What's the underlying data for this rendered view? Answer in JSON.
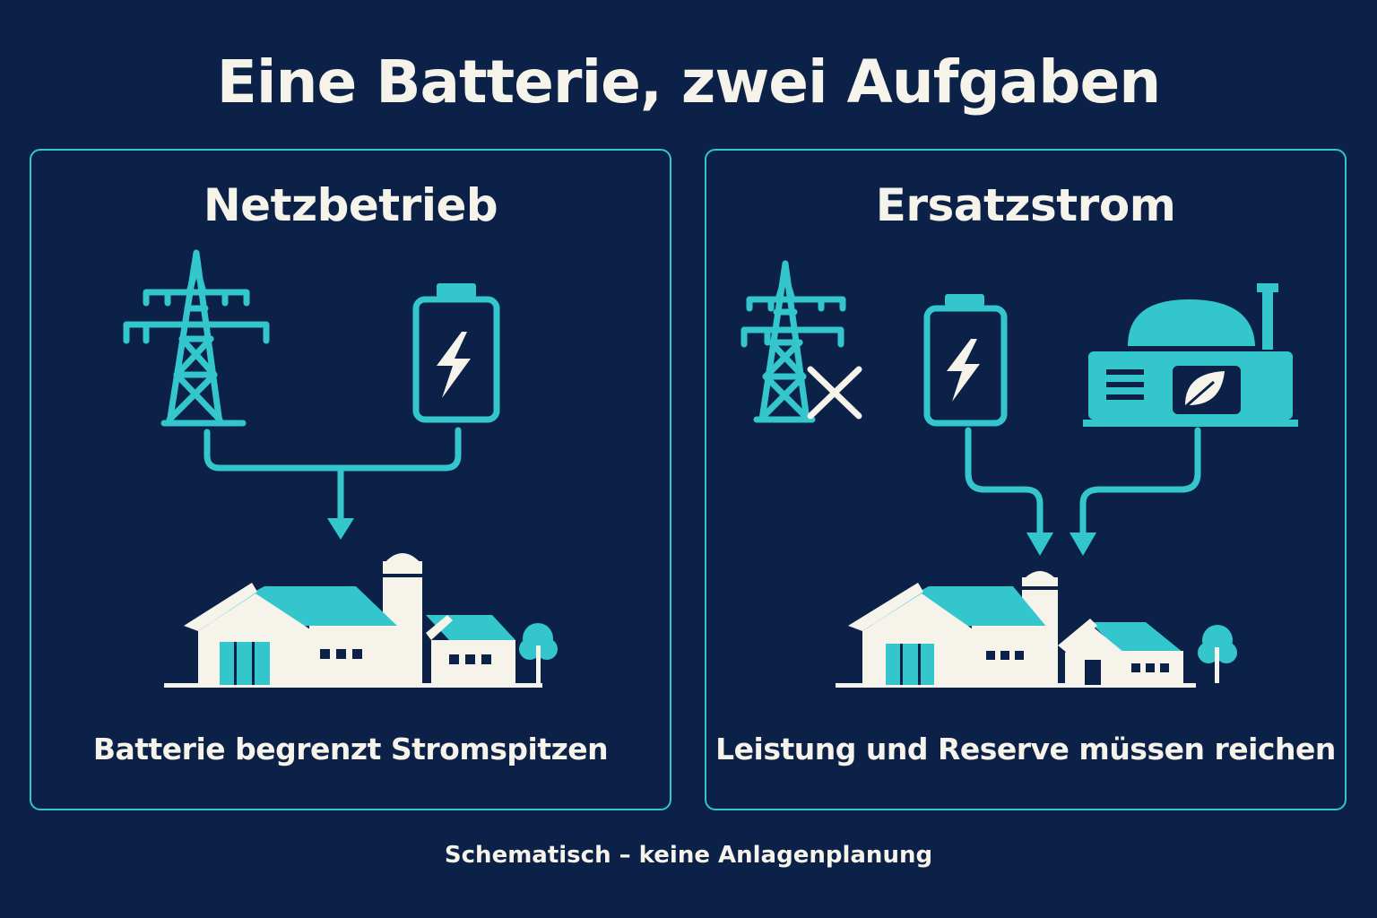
{
  "title": "Eine Batterie, zwei Aufgaben",
  "colors": {
    "background": "#0c2148",
    "accent": "#33c6cc",
    "light": "#f6f3ea"
  },
  "panels": [
    {
      "title": "Netzbetrieb",
      "caption": "Batterie begrenzt Stromspitzen",
      "icons": [
        "power-pylon-icon",
        "battery-icon",
        "farm-icon"
      ]
    },
    {
      "title": "Ersatzstrom",
      "caption": "Leistung und Reserve müssen reichen",
      "icons": [
        "power-pylon-icon",
        "grid-off-icon",
        "battery-icon",
        "biogas-generator-icon",
        "farm-icon"
      ]
    }
  ],
  "footer": "Schematisch – keine Anlagenplanung"
}
